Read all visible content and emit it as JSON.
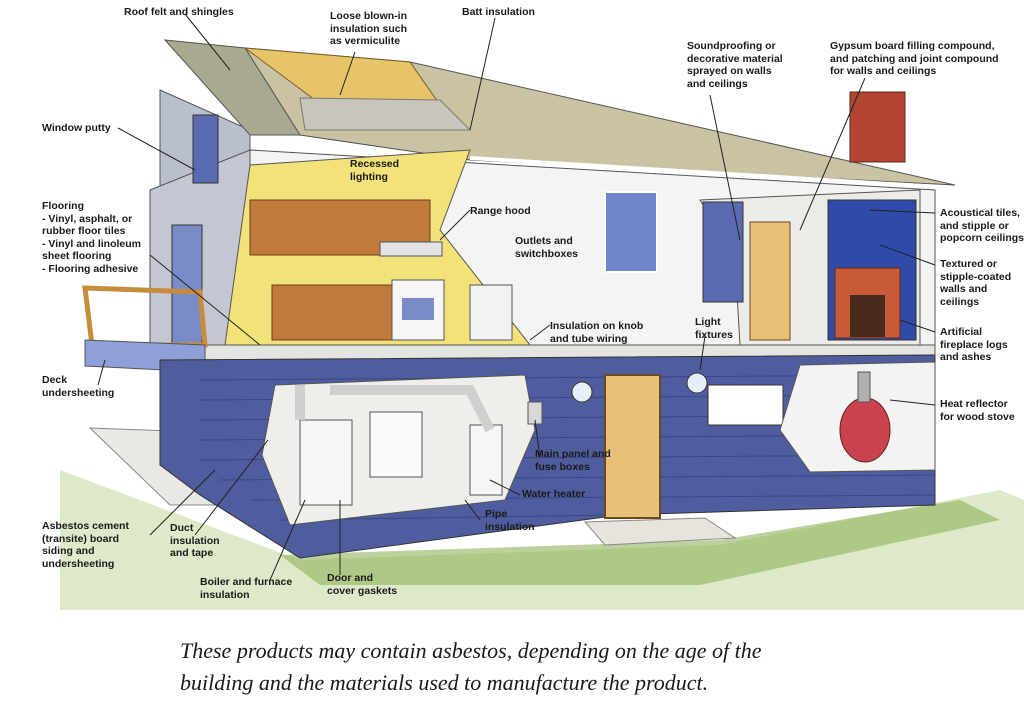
{
  "labels": {
    "roof_felt": "Roof felt and shingles",
    "loose_fill": "Loose blown-in\ninsulation such\nas vermiculite",
    "batt": "Batt insulation",
    "soundproofing": "Soundproofing or\ndecorative material\nsprayed on walls\nand ceilings",
    "gypsum": "Gypsum board filling compound,\nand patching and joint compound\nfor walls and ceilings",
    "window_putty": "Window putty",
    "recessed": "Recessed\nlighting",
    "flooring": "Flooring\n- Vinyl, asphalt, or\n  rubber floor tiles\n- Vinyl and linoleum\n  sheet flooring\n- Flooring adhesive",
    "range_hood": "Range hood",
    "outlets": "Outlets and\nswitchboxes",
    "acoustical": "Acoustical tiles,\nand stipple or\npopcorn ceilings",
    "textured": "Textured or\nstipple-coated\nwalls and\nceilings",
    "knob_tube": "Insulation on knob\nand tube wiring",
    "light_fixtures": "Light\nfixtures",
    "fireplace": "Artificial\nfireplace logs\nand ashes",
    "deck": "Deck\nundersheeting",
    "heat_reflector": "Heat reflector\nfor wood stove",
    "main_panel": "Main panel and\nfuse boxes",
    "water_heater": "Water heater",
    "pipe": "Pipe\ninsulation",
    "siding": "Asbestos cement\n(transite) board\nsiding and\nundersheeting",
    "duct": "Duct\ninsulation\nand tape",
    "boiler": "Boiler and furnace\ninsulation",
    "door_gaskets": "Door and\ncover gaskets"
  },
  "caption": {
    "line1": "These products may contain asbestos, depending on the age of the",
    "line2": "building and the materials used to manufacture the product."
  },
  "colors": {
    "siding_blue": "#4f5d9e",
    "roof_tan": "#c9c3a4",
    "wall_white": "#f4f4f2",
    "cabinet_wood": "#c07a3c",
    "kitchen_yellow": "#f1e27a",
    "chimney_brick": "#b2452f",
    "grass_green": "#8fb25a"
  }
}
